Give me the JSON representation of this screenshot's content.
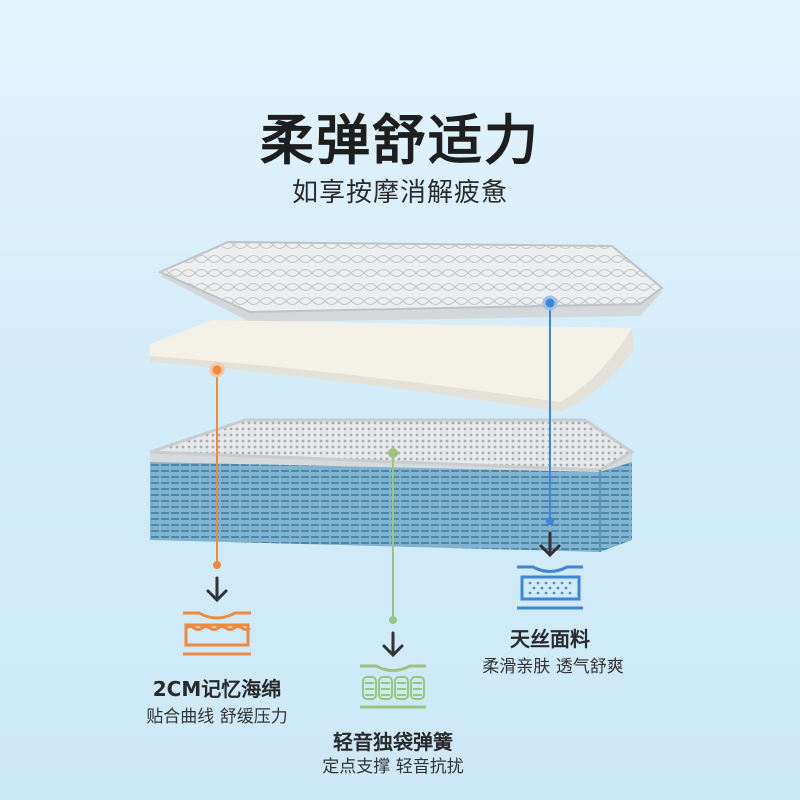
{
  "title": "柔弹舒适力",
  "subtitle": "如享按摩消解疲惫",
  "colors": {
    "orange": "#ee8a3c",
    "green": "#9cc47f",
    "blue": "#3f86d6"
  },
  "features": [
    {
      "title": "2CM记忆海绵",
      "desc": "贴合曲线 舒缓压力",
      "icon": "memory-foam-icon"
    },
    {
      "title": "轻音独袋弹簧",
      "desc": "定点支撑 轻音抗扰",
      "icon": "pocket-spring-icon"
    },
    {
      "title": "天丝面料",
      "desc": "柔滑亲肤 透气舒爽",
      "icon": "tencel-fabric-icon"
    }
  ]
}
